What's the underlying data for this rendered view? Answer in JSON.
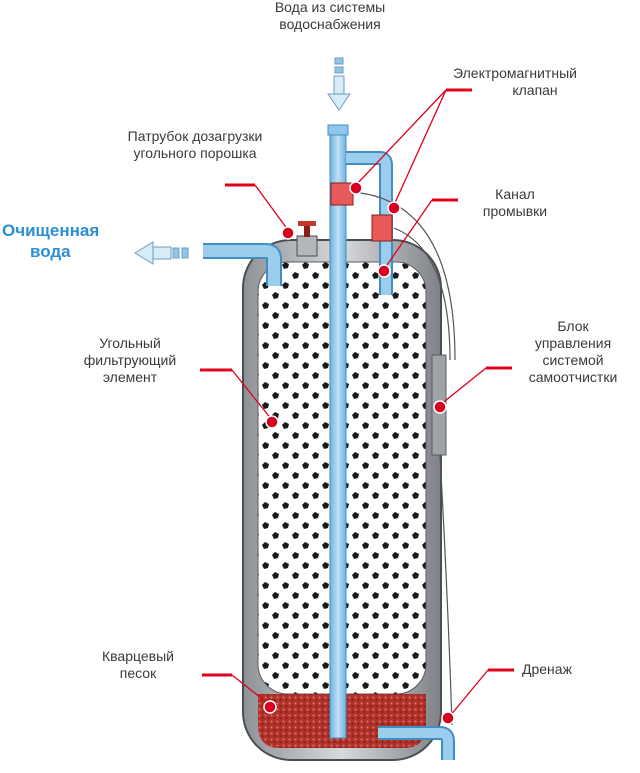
{
  "labels": {
    "water_source": [
      "Вода из системы",
      "водоснабжения"
    ],
    "solenoid_valve": [
      "Электромагнитный",
      "клапан"
    ],
    "refill_pipe": [
      "Патрубок дозагрузки",
      "угольного порошка"
    ],
    "flush_channel": [
      "Канал",
      "промывки"
    ],
    "purified_water": [
      "Очищенная",
      "вода"
    ],
    "carbon_element": [
      "Угольный",
      "фильтрующий",
      "элемент"
    ],
    "control_unit": [
      "Блок",
      "управления",
      "системой",
      "самоотчистки"
    ],
    "quartz_sand": [
      "Кварцевый",
      "песок"
    ],
    "drain": [
      "Дренаж"
    ]
  },
  "colors": {
    "pipe": "#8fc6ea",
    "pipe_stroke": "#3f8fc4",
    "valve": "#e85a5a",
    "marker": "#d8001e",
    "leader": "#e0001a",
    "tank_body": "#b9bcc0",
    "sand": "#b0322a",
    "label_text": "#3a3a3a",
    "accent_text": "#2c8fd6"
  },
  "icons": [
    "arrow-down-icon",
    "arrow-left-icon",
    "marker-dot-icon"
  ]
}
